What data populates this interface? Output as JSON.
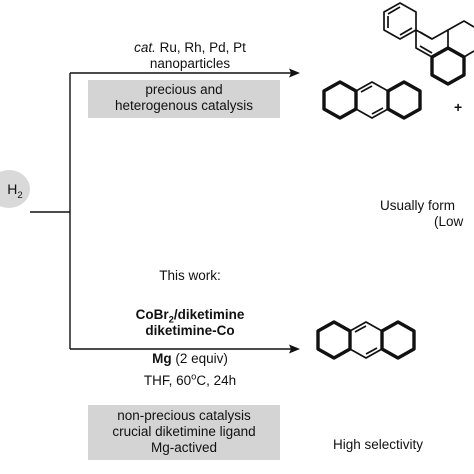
{
  "reagent": {
    "h": "H",
    "sub": "2"
  },
  "top_route": {
    "line1_cat": "cat.",
    "line1_metals": " Ru, Rh, Pd, Pt",
    "line2": "nanoparticles",
    "box_line1": "precious and",
    "box_line2": "heterogenous catalysis"
  },
  "plus_sign": "+",
  "top_outcome": {
    "line1": "Usually form",
    "line2": "(Low"
  },
  "bottom_route": {
    "heading": "This work:",
    "cat_a": "CoBr",
    "cat_sub": "2",
    "cat_b": "/diketimine",
    "cat_line2": "diketimine-Co",
    "mg_bold": "Mg",
    "mg_rest": " (2 equiv)",
    "cond_a": "THF, 60",
    "cond_sup": "o",
    "cond_b": "C, 24h",
    "box_line1": "non-precious catalysis",
    "box_line2": "crucial diketimine ligand",
    "box_line3": "Mg-actived"
  },
  "bottom_outcome": "High selectivity"
}
